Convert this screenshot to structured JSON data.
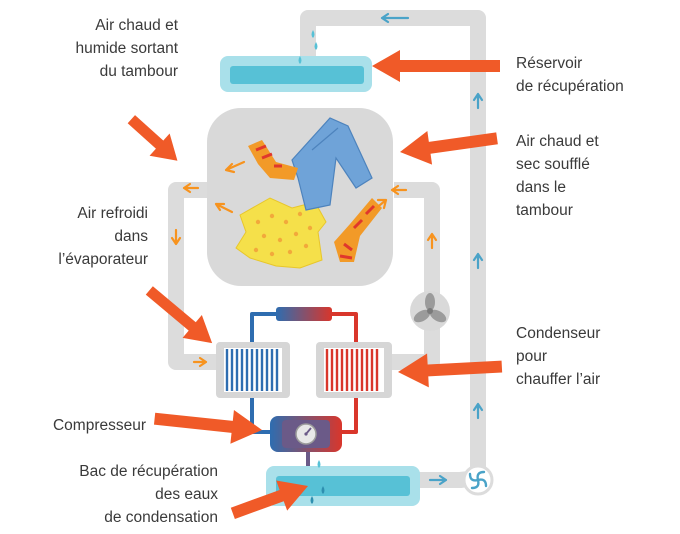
{
  "labels": {
    "hot_humid_air": [
      "Air chaud et",
      "humide sortant",
      "du tambour"
    ],
    "recovery_tank": [
      "Réservoir",
      "de récupération"
    ],
    "hot_dry_air": [
      "Air chaud et",
      "sec soufflé",
      "dans le",
      "tambour"
    ],
    "cooled_air": [
      "Air refroidi",
      "dans",
      "l’évaporateur"
    ],
    "condenser": [
      "Condenseur",
      "pour",
      "chauffer l’air"
    ],
    "compressor": [
      "Compresseur"
    ],
    "condensate_tray": [
      "Bac de récupération",
      "des eaux",
      "de condensation"
    ]
  },
  "colors": {
    "duct": "#dcdcdc",
    "drum": "#d9d9d9",
    "tank_fill": "#57c1d6",
    "tank_shell": "#a9e0ea",
    "arrow": "#f05a28",
    "flow_orange": "#f7931e",
    "flow_blue": "#4aa3c8",
    "evaporator": "#2e6db0",
    "condenser_coil": "#d9362b",
    "compressor": "#6b5a88"
  },
  "icons": [
    "fan-icon",
    "pump-icon",
    "pressure-gauge-icon",
    "water-drop-icon",
    "laundry-icon"
  ]
}
